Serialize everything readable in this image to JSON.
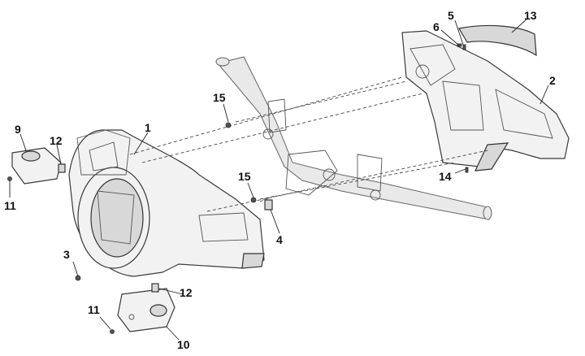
{
  "callouts": [
    {
      "id": "c1",
      "label": "1"
    },
    {
      "id": "c2",
      "label": "2"
    },
    {
      "id": "c3",
      "label": "3"
    },
    {
      "id": "c4",
      "label": "4"
    },
    {
      "id": "c5",
      "label": "5"
    },
    {
      "id": "c6",
      "label": "6"
    },
    {
      "id": "c9",
      "label": "9"
    },
    {
      "id": "c10",
      "label": "10"
    },
    {
      "id": "c11a",
      "label": "11"
    },
    {
      "id": "c11b",
      "label": "11"
    },
    {
      "id": "c12a",
      "label": "12"
    },
    {
      "id": "c12b",
      "label": "12"
    },
    {
      "id": "c13",
      "label": "13"
    },
    {
      "id": "c14",
      "label": "14"
    },
    {
      "id": "c15a",
      "label": "15"
    },
    {
      "id": "c15b",
      "label": "15"
    }
  ]
}
